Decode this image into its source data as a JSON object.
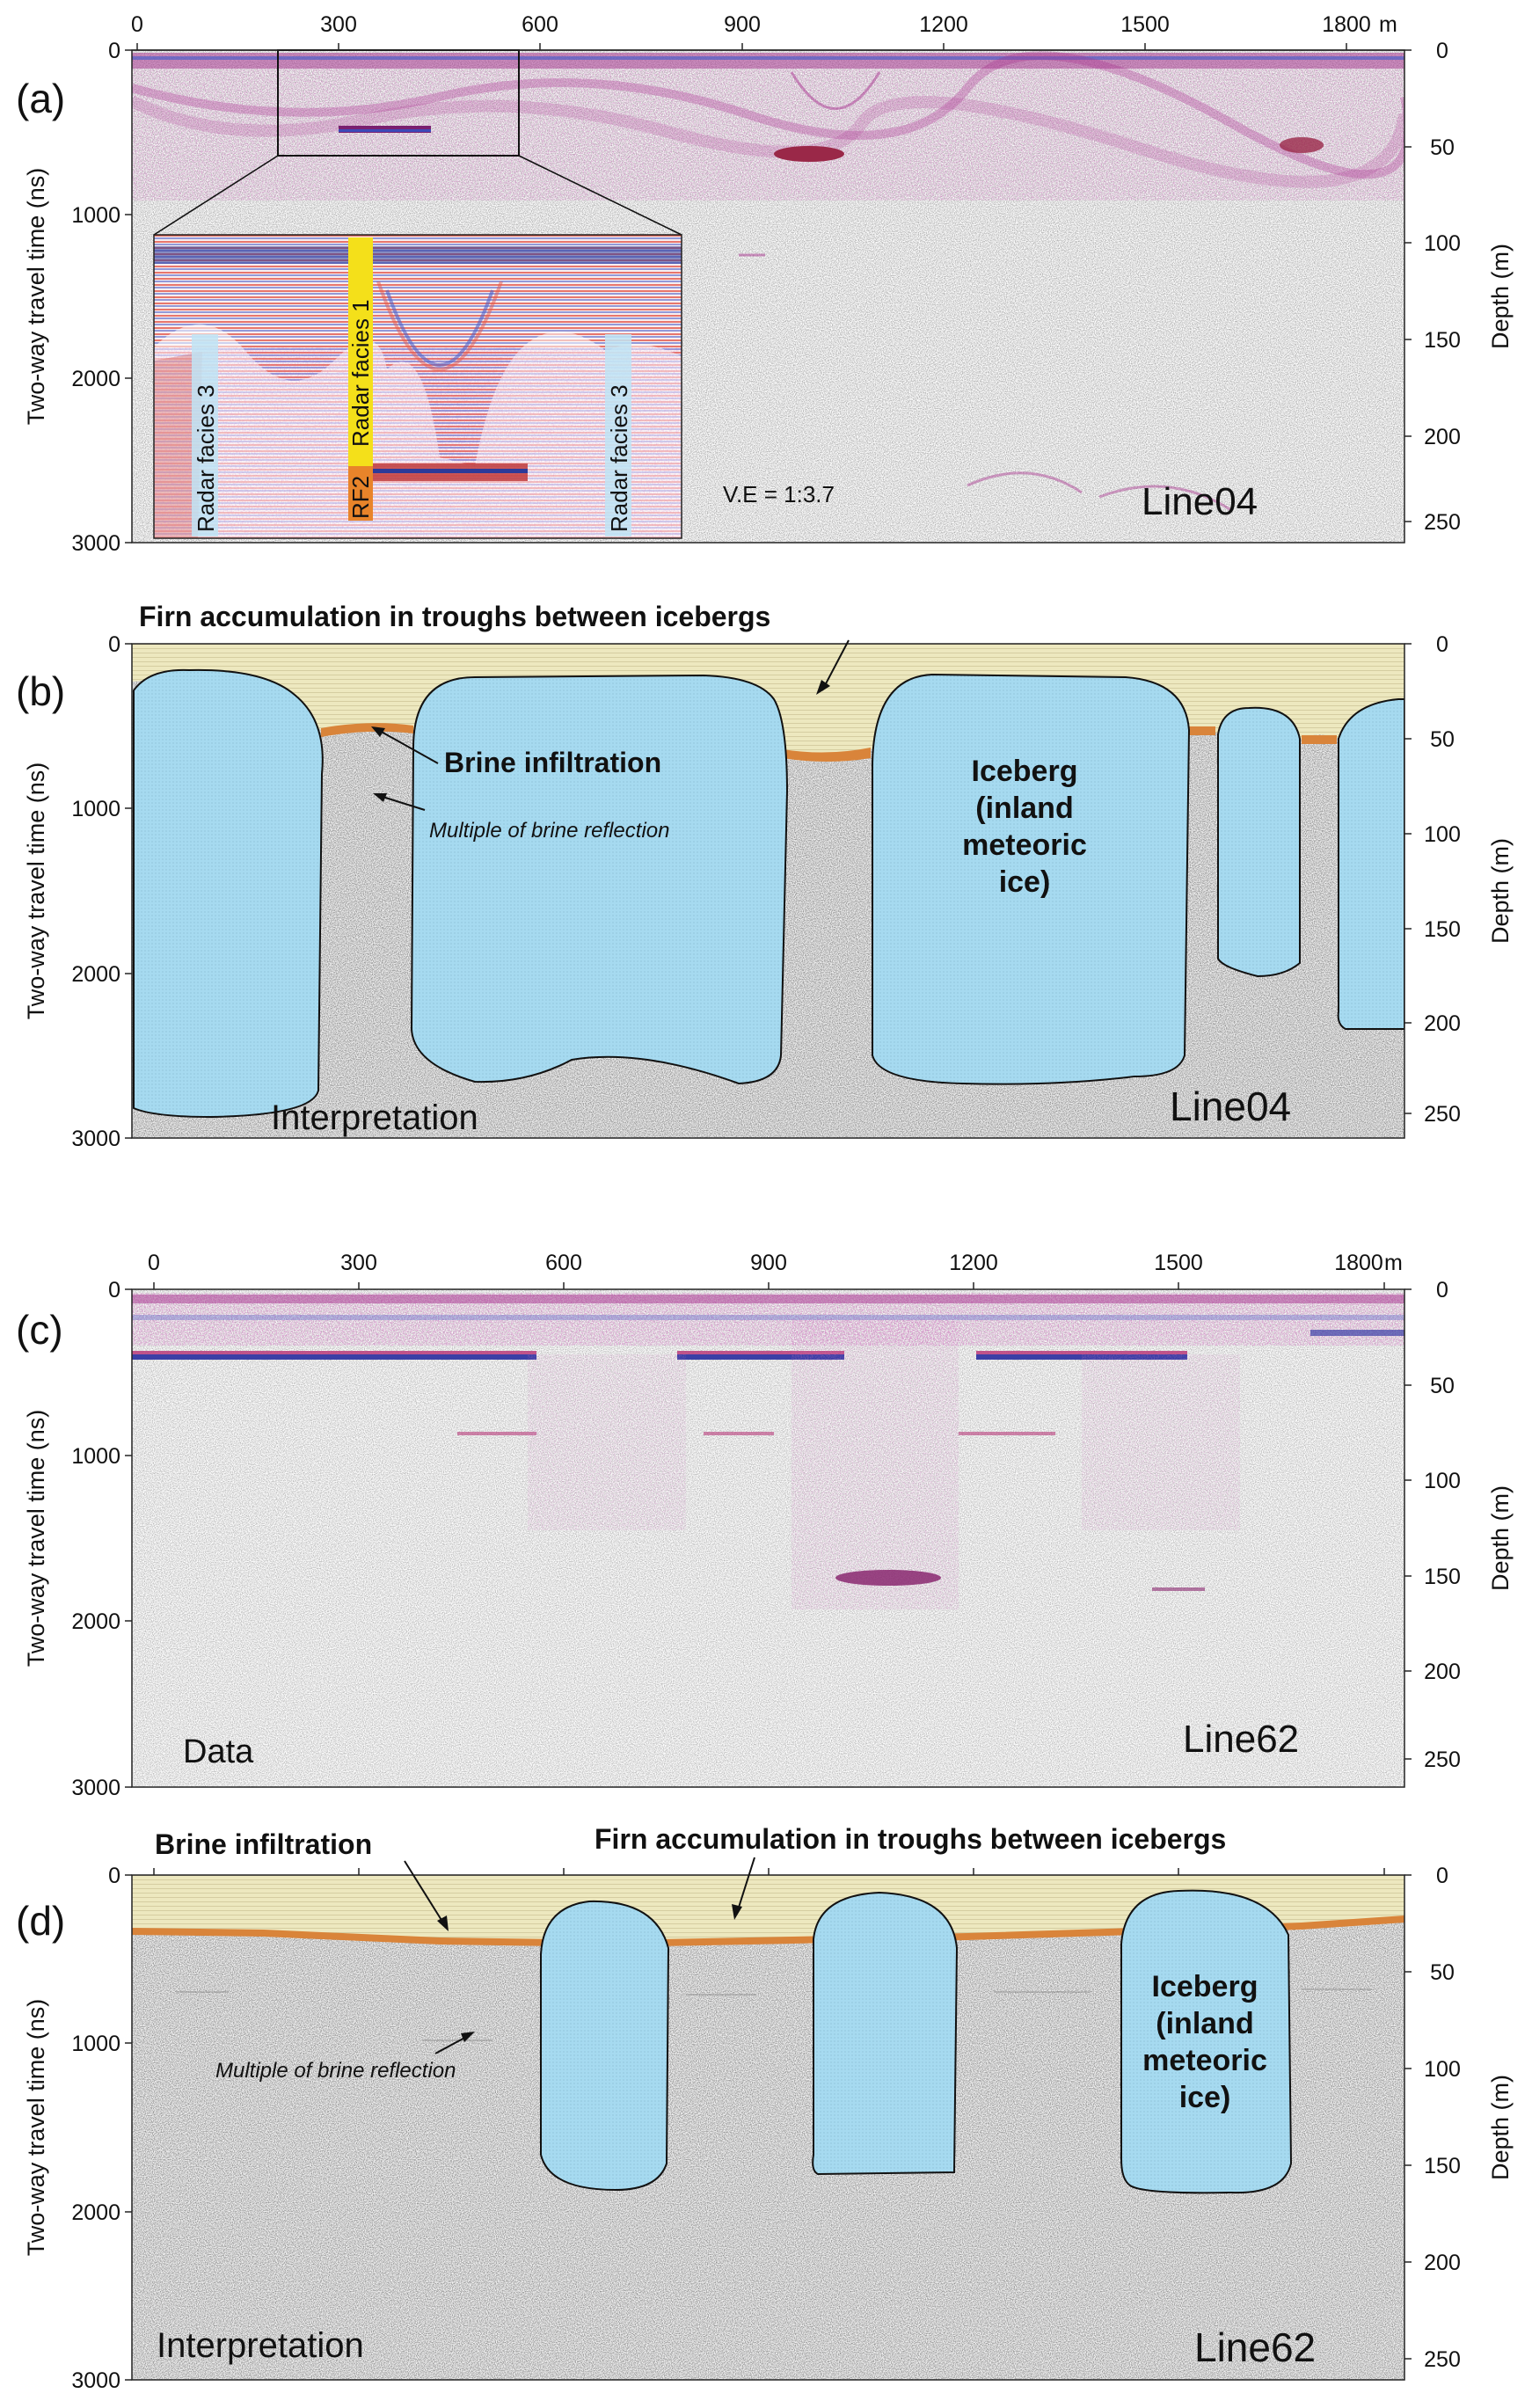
{
  "colors": {
    "firn": "#ede8bf",
    "iceberg": "#a6daf0",
    "brine": "#d9843a",
    "radar_magenta": "#a8348f",
    "radar_blue": "#5060c8",
    "radar_red": "#e4584a",
    "facies1": "#f4e01a",
    "facies2": "#e8842a",
    "facies3": "#bfe4f4"
  },
  "axes": {
    "twt_label": "Two-way travel time (ns)",
    "depth_label": "Depth (m)",
    "twt_ticks": [
      "0",
      "1000",
      "2000",
      "3000"
    ],
    "depth_ticks": [
      "0",
      "50",
      "100",
      "150",
      "200",
      "250"
    ],
    "dist_ticks": [
      "0",
      "300",
      "600",
      "900",
      "1200",
      "1500",
      "1800"
    ],
    "dist_unit": "m"
  },
  "panels": {
    "a": {
      "tag": "(a)",
      "line": "Line04",
      "ve": "V.E = 1:3.7",
      "inset": {
        "rf1": "Radar facies 1",
        "rf2": "RF2",
        "rf3_left": "Radar facies 3",
        "rf3_right": "Radar facies 3"
      }
    },
    "b": {
      "tag": "(b)",
      "line": "Line04",
      "title": "Firn accumulation in troughs between icebergs",
      "brine": "Brine infiltration",
      "multiple": "Multiple of brine reflection",
      "iceberg": [
        "Iceberg",
        "(inland",
        "meteoric",
        "ice)"
      ],
      "corner": "Interpretation"
    },
    "c": {
      "tag": "(c)",
      "line": "Line62",
      "corner": "Data"
    },
    "d": {
      "tag": "(d)",
      "line": "Line62",
      "brine": "Brine infiltration",
      "firn": "Firn accumulation in troughs between icebergs",
      "multiple": "Multiple of brine reflection",
      "iceberg": [
        "Iceberg",
        "(inland",
        "meteoric",
        "ice)"
      ],
      "corner": "Interpretation"
    }
  }
}
